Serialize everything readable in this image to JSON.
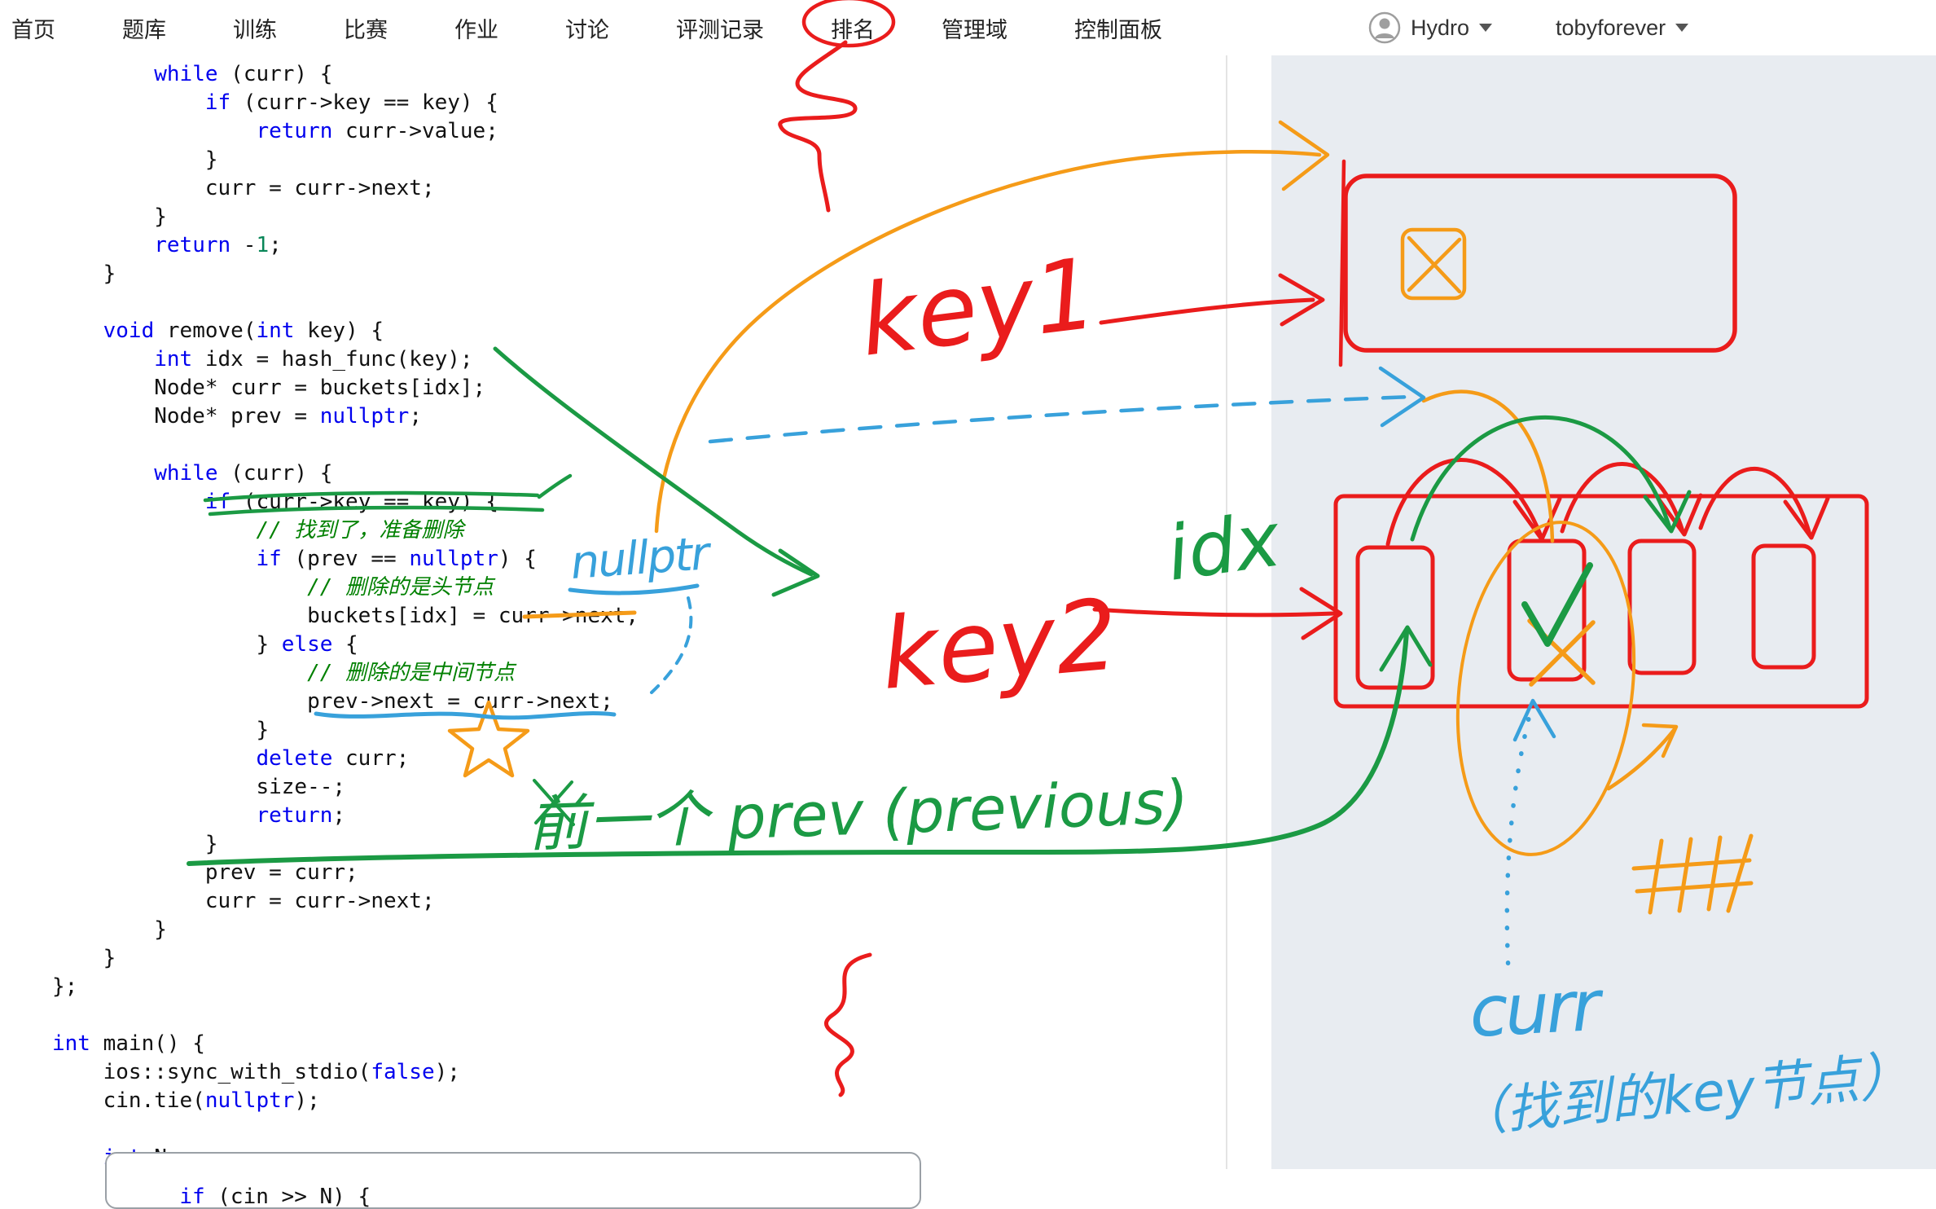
{
  "colors": {
    "red": "#ea1c1c",
    "orange": "#f59b18",
    "green": "#1b9a44",
    "bluem": "#38a1db",
    "keyword": "#0000ee",
    "number": "#098658",
    "comment": "#008000",
    "panel": "#e8ecf1"
  },
  "nav": {
    "items": [
      {
        "id": "home",
        "label": "首页"
      },
      {
        "id": "problems",
        "label": "题库"
      },
      {
        "id": "training",
        "label": "训练"
      },
      {
        "id": "contests",
        "label": "比赛"
      },
      {
        "id": "homework",
        "label": "作业"
      },
      {
        "id": "discussions",
        "label": "讨论"
      },
      {
        "id": "records",
        "label": "评测记录"
      },
      {
        "id": "ranking",
        "label": "排名"
      },
      {
        "id": "domains",
        "label": "管理域"
      },
      {
        "id": "dashboard",
        "label": "控制面板"
      }
    ],
    "user": {
      "name": "Hydro"
    },
    "account": {
      "name": "tobyforever"
    }
  },
  "code": {
    "lines": [
      [
        [
          "p",
          "        "
        ],
        [
          "k",
          "while"
        ],
        [
          "p",
          " (curr) {"
        ]
      ],
      [
        [
          "p",
          "            "
        ],
        [
          "k",
          "if"
        ],
        [
          "p",
          " (curr->key == key) {"
        ]
      ],
      [
        [
          "p",
          "                "
        ],
        [
          "k",
          "return"
        ],
        [
          "p",
          " curr->value;"
        ]
      ],
      [
        [
          "p",
          "            }"
        ]
      ],
      [
        [
          "p",
          "            curr = curr->next;"
        ]
      ],
      [
        [
          "p",
          "        }"
        ]
      ],
      [
        [
          "p",
          "        "
        ],
        [
          "k",
          "return"
        ],
        [
          "p",
          " -"
        ],
        [
          "n",
          "1"
        ],
        [
          "p",
          ";"
        ]
      ],
      [
        [
          "p",
          "    }"
        ]
      ],
      [],
      [
        [
          "p",
          "    "
        ],
        [
          "k",
          "void"
        ],
        [
          "p",
          " remove("
        ],
        [
          "k",
          "int"
        ],
        [
          "p",
          " key) {"
        ]
      ],
      [
        [
          "p",
          "        "
        ],
        [
          "k",
          "int"
        ],
        [
          "p",
          " idx = hash_func(key);"
        ]
      ],
      [
        [
          "p",
          "        Node* curr = buckets[idx];"
        ]
      ],
      [
        [
          "p",
          "        Node* prev = "
        ],
        [
          "k",
          "nullptr"
        ],
        [
          "p",
          ";"
        ]
      ],
      [],
      [
        [
          "p",
          "        "
        ],
        [
          "k",
          "while"
        ],
        [
          "p",
          " (curr) {"
        ]
      ],
      [
        [
          "p",
          "            "
        ],
        [
          "k",
          "if"
        ],
        [
          "p",
          " (curr->key == key) {"
        ]
      ],
      [
        [
          "p",
          "                "
        ],
        [
          "c",
          "// 找到了，准备删除"
        ]
      ],
      [
        [
          "p",
          "                "
        ],
        [
          "k",
          "if"
        ],
        [
          "p",
          " (prev == "
        ],
        [
          "k",
          "nullptr"
        ],
        [
          "p",
          ") {"
        ]
      ],
      [
        [
          "p",
          "                    "
        ],
        [
          "c",
          "// 删除的是头节点"
        ]
      ],
      [
        [
          "p",
          "                    buckets[idx] = curr->next;"
        ]
      ],
      [
        [
          "p",
          "                } "
        ],
        [
          "k",
          "else"
        ],
        [
          "p",
          " {"
        ]
      ],
      [
        [
          "p",
          "                    "
        ],
        [
          "c",
          "// 删除的是中间节点"
        ]
      ],
      [
        [
          "p",
          "                    prev->next = curr->next;"
        ]
      ],
      [
        [
          "p",
          "                }"
        ]
      ],
      [
        [
          "p",
          "                "
        ],
        [
          "k",
          "delete"
        ],
        [
          "p",
          " curr;"
        ]
      ],
      [
        [
          "p",
          "                size--;"
        ]
      ],
      [
        [
          "p",
          "                "
        ],
        [
          "k",
          "return"
        ],
        [
          "p",
          ";"
        ]
      ],
      [
        [
          "p",
          "            }"
        ]
      ],
      [
        [
          "p",
          "            prev = curr;"
        ]
      ],
      [
        [
          "p",
          "            curr = curr->next;"
        ]
      ],
      [
        [
          "p",
          "        }"
        ]
      ],
      [
        [
          "p",
          "    }"
        ]
      ],
      [
        [
          "p",
          "};"
        ]
      ],
      [],
      [
        [
          "k",
          "int"
        ],
        [
          "p",
          " main() {"
        ]
      ],
      [
        [
          "p",
          "    ios::sync_with_stdio("
        ],
        [
          "k",
          "false"
        ],
        [
          "p",
          ");"
        ]
      ],
      [
        [
          "p",
          "    cin.tie("
        ],
        [
          "k",
          "nullptr"
        ],
        [
          "p",
          ");"
        ]
      ],
      [],
      [
        [
          "p",
          "    "
        ],
        [
          "k",
          "int"
        ],
        [
          "p",
          " N;"
        ]
      ]
    ],
    "popup_line": [
      [
        "k",
        "if"
      ],
      [
        "p",
        " (cin >> N) {"
      ]
    ]
  },
  "annotations": {
    "key1": "key1",
    "key2": "key2",
    "idx": "idx",
    "nullptr_note": "nullptr",
    "prev_note": "前一个 prev (previous)",
    "curr_label": "curr",
    "curr_note": "（找到的key节点）"
  }
}
